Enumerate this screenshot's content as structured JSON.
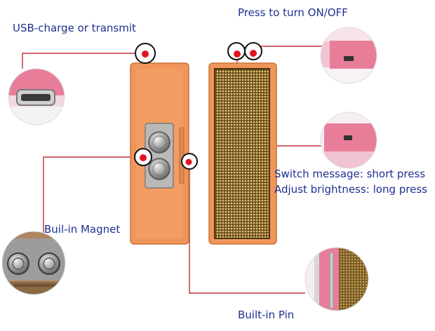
{
  "labels": {
    "usb": "USB-charge or transmit",
    "power": "Press to turn ON/OFF",
    "switch_message": "Switch message: short press",
    "adjust_brightness": "Adjust brightness: long press",
    "magnet": "Buil-in Magnet",
    "pin": "Built-in Pin"
  },
  "colors": {
    "label_text": "#1f2f8f",
    "leader_line": "#c0303a",
    "badge_body": "#f0955a",
    "led_panel": "#8a6a2a",
    "marker_dot": "#e2141f",
    "callout_pink": "#e87d9a"
  }
}
